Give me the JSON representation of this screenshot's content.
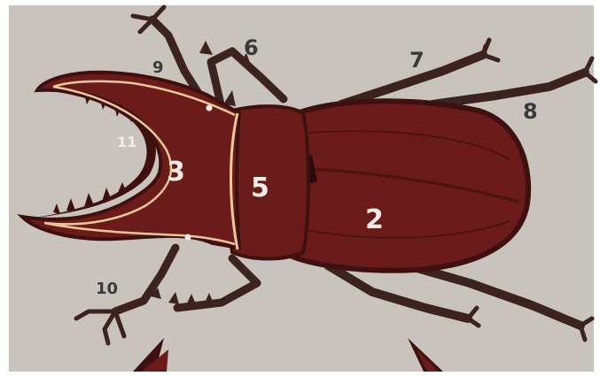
{
  "colors": {
    "background": "#c9c3be",
    "frame": "#ffffff",
    "body_main": "#6b1c1a",
    "body_dark": "#3e1110",
    "outline": "#e9c89a",
    "legs": "#3b2420"
  },
  "labels": {
    "elytra": "2",
    "head": "3",
    "pronotum": "5",
    "antenna_top": "6",
    "leg_mid_upper": "7",
    "leg_rear_upper": "8",
    "leg_front_upper": "9",
    "leg_front_lower": "10",
    "mandible": "11"
  }
}
